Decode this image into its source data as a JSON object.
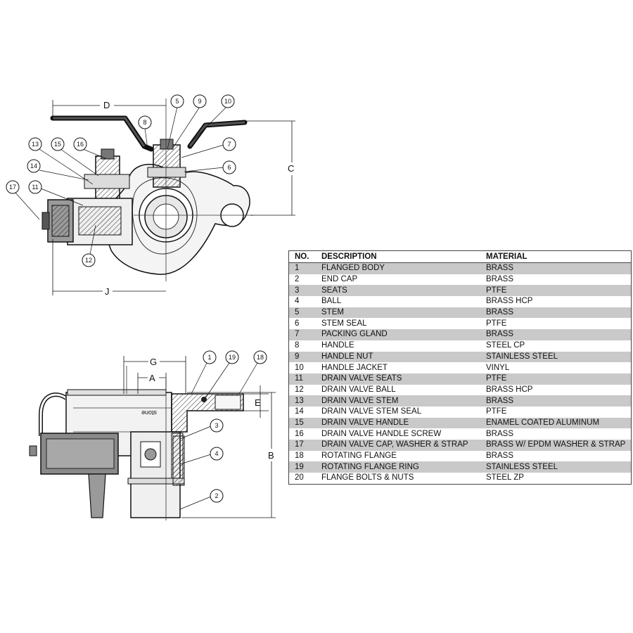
{
  "dimensions": {
    "D": "D",
    "C": "C",
    "J": "J",
    "G": "G",
    "A": "A",
    "E": "E",
    "B": "B"
  },
  "callouts_top": [
    "5",
    "9",
    "10",
    "8",
    "7",
    "6",
    "13",
    "15",
    "16",
    "14",
    "17",
    "11",
    "12"
  ],
  "callouts_bottom": [
    "1",
    "19",
    "18",
    "3",
    "4",
    "2"
  ],
  "body_stamp": "stone",
  "table": {
    "headers": {
      "no": "NO.",
      "description": "DESCRIPTION",
      "material": "MATERIAL"
    },
    "rows": [
      {
        "no": "1",
        "description": "FLANGED BODY",
        "material": "BRASS"
      },
      {
        "no": "2",
        "description": "END CAP",
        "material": "BRASS"
      },
      {
        "no": "3",
        "description": "SEATS",
        "material": "PTFE"
      },
      {
        "no": "4",
        "description": "BALL",
        "material": "BRASS HCP"
      },
      {
        "no": "5",
        "description": "STEM",
        "material": "BRASS"
      },
      {
        "no": "6",
        "description": "STEM SEAL",
        "material": "PTFE"
      },
      {
        "no": "7",
        "description": "PACKING GLAND",
        "material": "BRASS"
      },
      {
        "no": "8",
        "description": "HANDLE",
        "material": "STEEL CP"
      },
      {
        "no": "9",
        "description": "HANDLE NUT",
        "material": "STAINLESS STEEL"
      },
      {
        "no": "10",
        "description": "HANDLE JACKET",
        "material": "VINYL"
      },
      {
        "no": "11",
        "description": "DRAIN VALVE SEATS",
        "material": "PTFE"
      },
      {
        "no": "12",
        "description": "DRAIN VALVE BALL",
        "material": "BRASS HCP"
      },
      {
        "no": "13",
        "description": "DRAIN VALVE STEM",
        "material": "BRASS"
      },
      {
        "no": "14",
        "description": "DRAIN VALVE STEM SEAL",
        "material": "PTFE"
      },
      {
        "no": "15",
        "description": "DRAIN VALVE HANDLE",
        "material": "ENAMEL COATED ALUMINUM"
      },
      {
        "no": "16",
        "description": "DRAIN VALVE HANDLE SCREW",
        "material": "BRASS"
      },
      {
        "no": "17",
        "description": "DRAIN VALVE CAP, WASHER & STRAP",
        "material": "BRASS W/ EPDM WASHER & STRAP"
      },
      {
        "no": "18",
        "description": "ROTATING FLANGE",
        "material": "BRASS"
      },
      {
        "no": "19",
        "description": "ROTATING FLANGE RING",
        "material": "STAINLESS STEEL"
      },
      {
        "no": "20",
        "description": "FLANGE BOLTS & NUTS",
        "material": "STEEL ZP"
      }
    ]
  }
}
